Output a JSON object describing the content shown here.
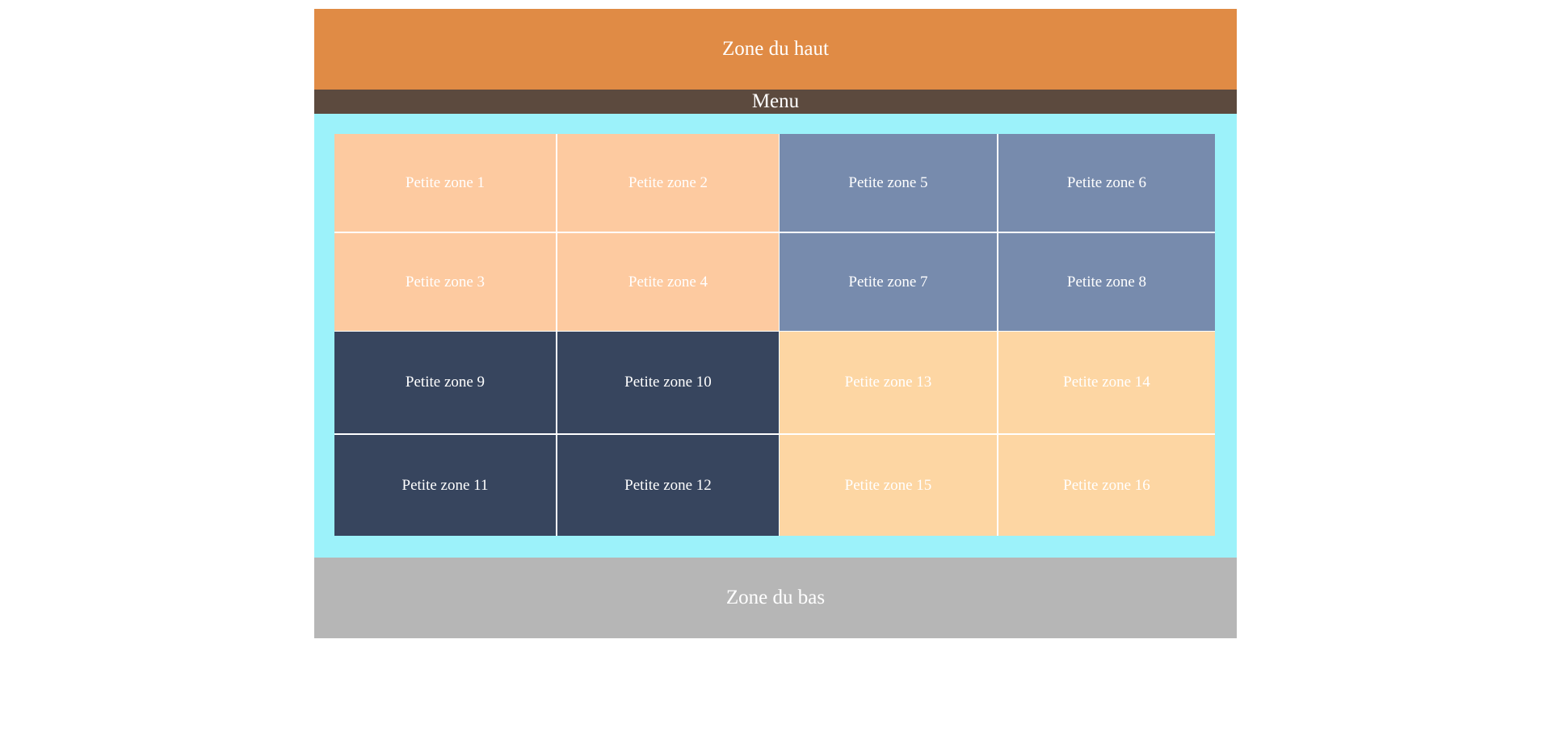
{
  "header": {
    "title": "Zone du haut"
  },
  "menu": {
    "label": "Menu"
  },
  "grid": {
    "zones": [
      {
        "label": "Petite zone 1"
      },
      {
        "label": "Petite zone 2"
      },
      {
        "label": "Petite zone 3"
      },
      {
        "label": "Petite zone 4"
      },
      {
        "label": "Petite zone 5"
      },
      {
        "label": "Petite zone 6"
      },
      {
        "label": "Petite zone 7"
      },
      {
        "label": "Petite zone 8"
      },
      {
        "label": "Petite zone 9"
      },
      {
        "label": "Petite zone 10"
      },
      {
        "label": "Petite zone 11"
      },
      {
        "label": "Petite zone 12"
      },
      {
        "label": "Petite zone 13"
      },
      {
        "label": "Petite zone 14"
      },
      {
        "label": "Petite zone 15"
      },
      {
        "label": "Petite zone 16"
      }
    ]
  },
  "footer": {
    "title": "Zone du bas"
  },
  "colors": {
    "top": "#e08b45",
    "menu": "#5c4a3e",
    "main": "#9cf2fa",
    "peach": "#fdcaa0",
    "slate": "#778bad",
    "navy": "#37455e",
    "sand": "#fdd6a3",
    "bottom": "#b6b6b6"
  }
}
